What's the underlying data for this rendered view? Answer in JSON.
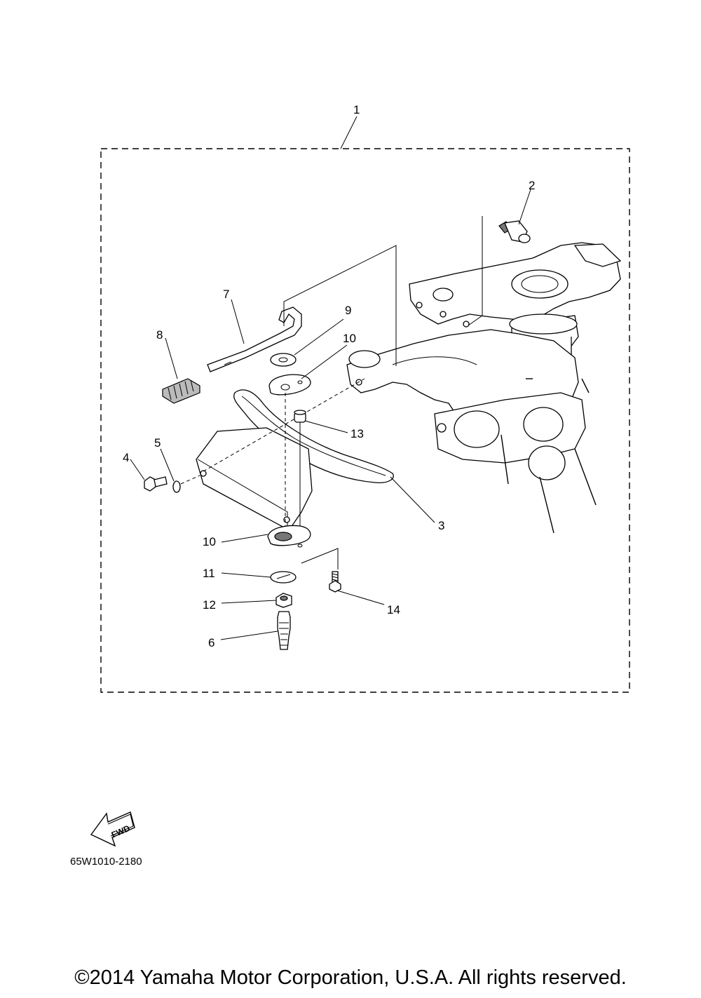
{
  "callouts": {
    "c1": "1",
    "c2": "2",
    "c3": "3",
    "c4": "4",
    "c5": "5",
    "c6": "6",
    "c7": "7",
    "c8": "8",
    "c9": "9",
    "c10a": "10",
    "c10b": "10",
    "c11": "11",
    "c12": "12",
    "c13": "13",
    "c14": "14"
  },
  "fwd_label": "FWD",
  "part_code": "65W1010-2180",
  "copyright": "©2014 Yamaha Motor Corporation, U.S.A. All rights reserved."
}
